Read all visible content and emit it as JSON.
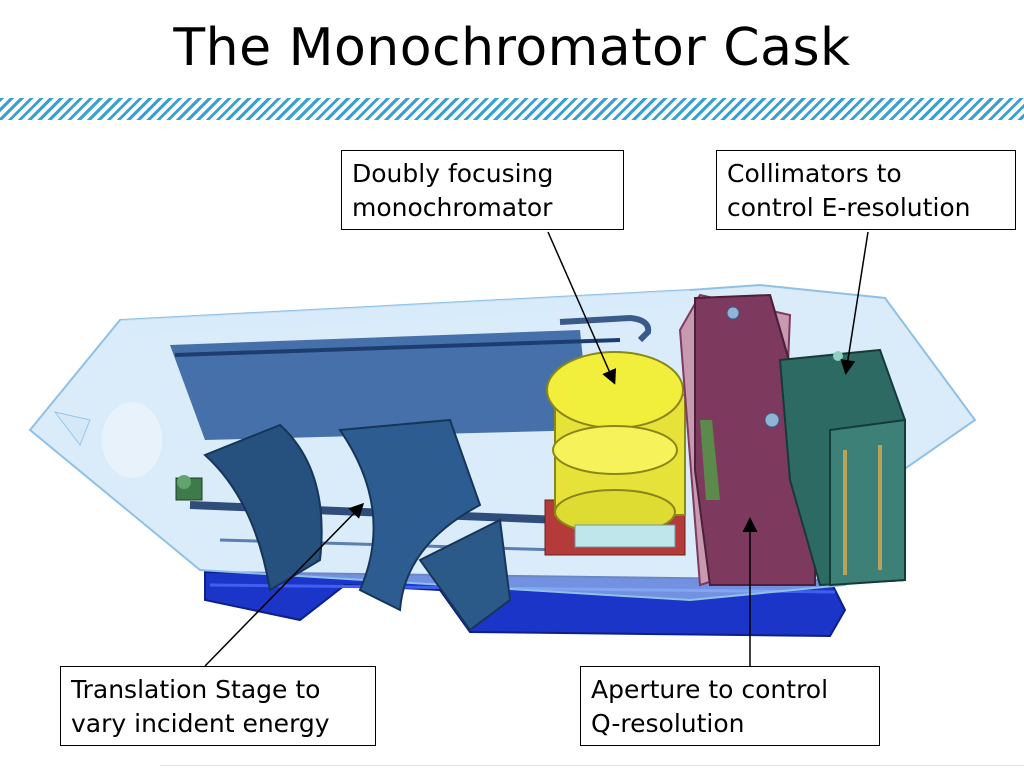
{
  "slide": {
    "title": "The Monochromator Cask"
  },
  "callouts": [
    {
      "id": "doubly-focusing-monochromator",
      "lines": [
        "Doubly focusing",
        "monochromator"
      ]
    },
    {
      "id": "collimators",
      "lines": [
        "Collimators to",
        "control E-resolution"
      ]
    },
    {
      "id": "translation-stage",
      "lines": [
        "Translation Stage to",
        "vary incident energy"
      ]
    },
    {
      "id": "aperture",
      "lines": [
        "Aperture to control",
        "Q-resolution"
      ]
    }
  ],
  "colors": {
    "hatch": "#3aa0d2",
    "cask_glass": "#bcdcf5",
    "shielding_blue": "#1a35c8",
    "monochromator_yellow": "#f2ef3c",
    "aperture_purple": "#7d3a5e",
    "collimator_teal": "#2e6a64"
  }
}
